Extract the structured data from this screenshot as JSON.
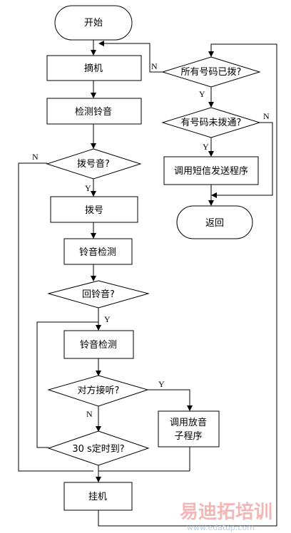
{
  "nodes": {
    "start": "开始",
    "offhook": "摘机",
    "detect_ring_1": "检测铃音",
    "dial_tone": "拨号音?",
    "dial": "拨号",
    "ring_detect_2": "铃音检测",
    "ringback": "回铃音?",
    "ring_detect_3": "铃音检测",
    "answered": "对方接听?",
    "play_sound_l1": "调用放音",
    "play_sound_l2": "子程序",
    "timer": "30 s定时到?",
    "hangup": "挂机",
    "all_dialed": "所有号码已拨?",
    "unreached": "有号码未拨通?",
    "sms": "调用短信发送程序",
    "return": "返回"
  },
  "branch_labels": {
    "yes": "Y",
    "no": "N"
  },
  "watermark": {
    "brand": "易迪拓培训",
    "url": "www.edatop.com"
  }
}
